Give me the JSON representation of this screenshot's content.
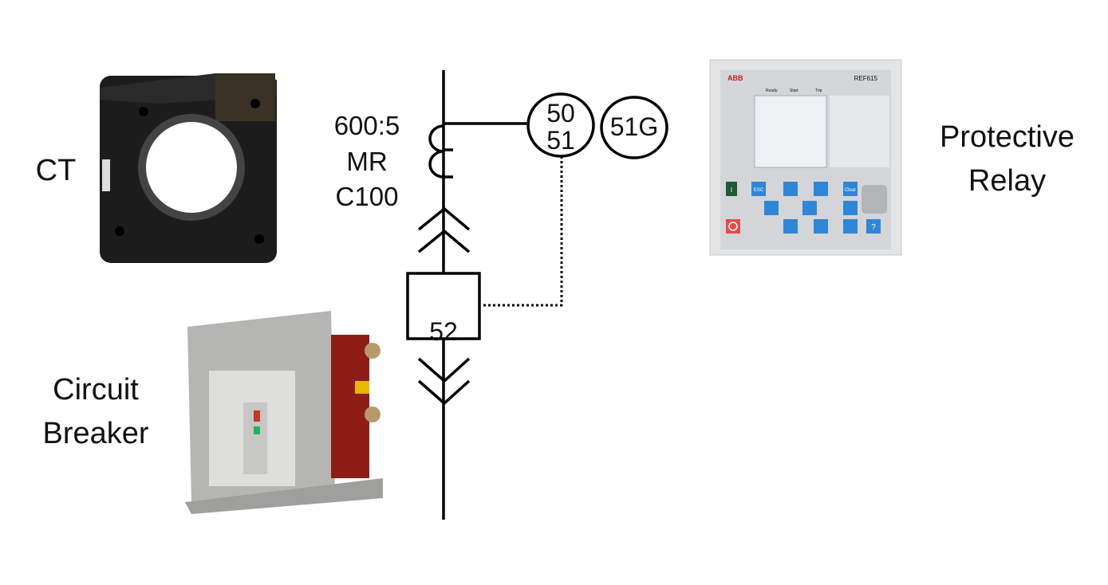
{
  "labels": {
    "ct": "CT",
    "relay_line1": "Protective",
    "relay_line2": "Relay",
    "breaker_line1": "Circuit",
    "breaker_line2": "Breaker"
  },
  "ct_spec": [
    "600:5",
    "MR",
    "C100"
  ],
  "devices": {
    "relay_50": "50",
    "relay_51": "51",
    "relay_51g": "51G",
    "breaker": "52"
  },
  "relay_photo": {
    "brand": "ABB",
    "model": "REF615",
    "status_leds": [
      "Ready",
      "Start",
      "Trip"
    ],
    "keys": [
      "I",
      "ESC",
      "Clear",
      "O",
      "?"
    ]
  },
  "colors": {
    "line": "#000000",
    "ct_body": "#1c1c1c",
    "relay_key": "#2f86d6",
    "breaker_red": "#8e1d17"
  }
}
